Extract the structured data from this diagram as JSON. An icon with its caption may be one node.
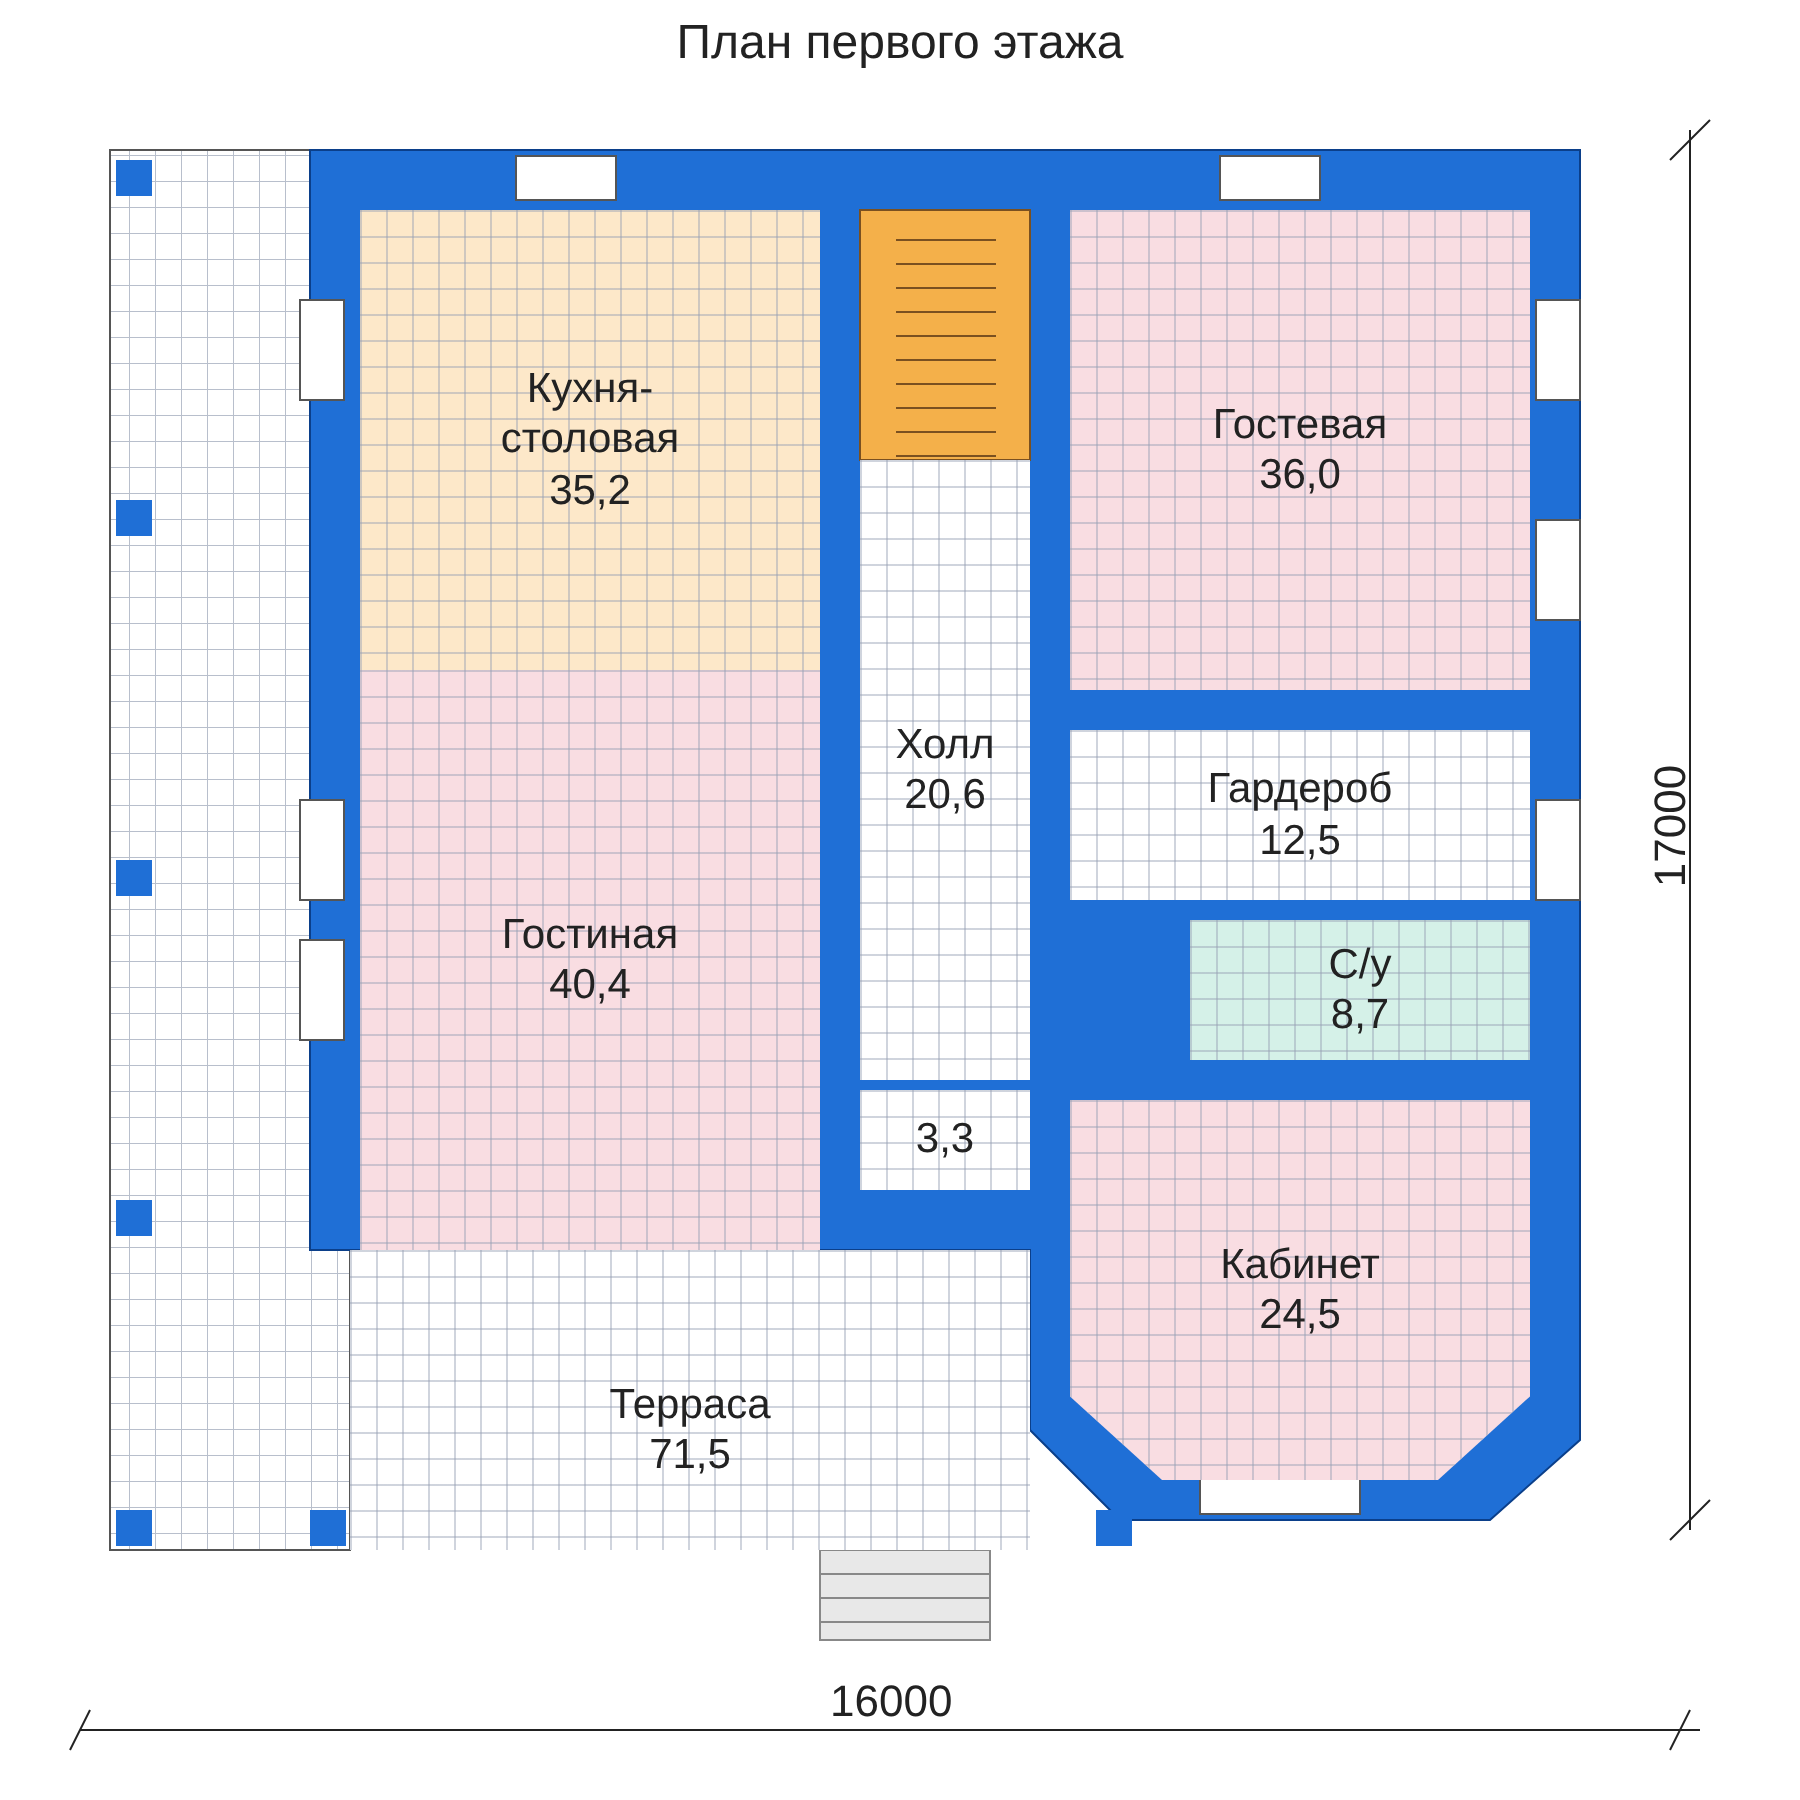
{
  "diagram": {
    "title": "План первого этажа",
    "nodes": [
      {
        "text": [
          "Кухня-столовая",
          "35,2"
        ]
      },
      {
        "text": [
          "Гостевая",
          "36,0"
        ]
      },
      {
        "text": [
          "Гардероб",
          "12,5"
        ]
      },
      {
        "text": [
          "Холл",
          "20,6"
        ]
      },
      {
        "text": [
          "Гостиная",
          "40,4"
        ]
      },
      {
        "text": [
          "С/у",
          "8,7"
        ]
      },
      {
        "text": [
          "3,3"
        ]
      },
      {
        "text": [
          "Кабинет",
          "24,5"
        ]
      },
      {
        "text": [
          "Терраса",
          "71,5"
        ]
      }
    ],
    "labels": [
      "16000",
      "17000"
    ]
  }
}
